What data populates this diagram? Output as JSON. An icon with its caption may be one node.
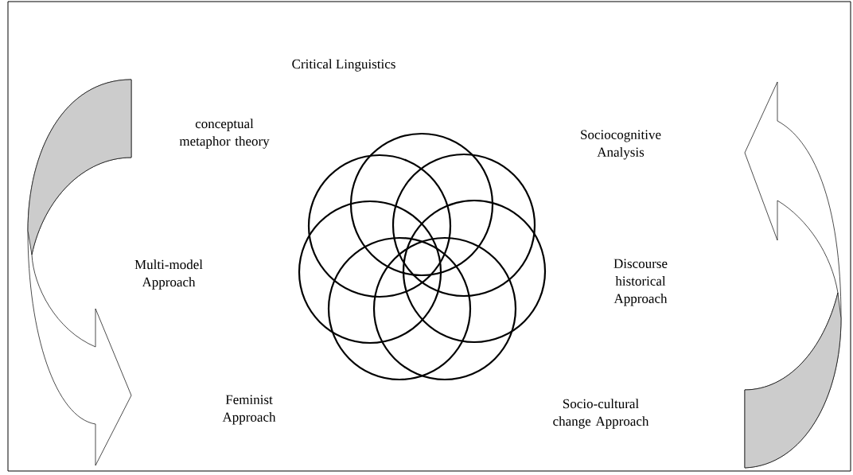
{
  "diagram": {
    "title": "Critical Linguistics",
    "labels": [
      "conceptual metaphor theory",
      "Sociocognitive Analysis",
      "Multi-model Approach",
      "Discourse historical Approach",
      "Feminist Approach",
      "Socio-cultural change Approach"
    ]
  }
}
